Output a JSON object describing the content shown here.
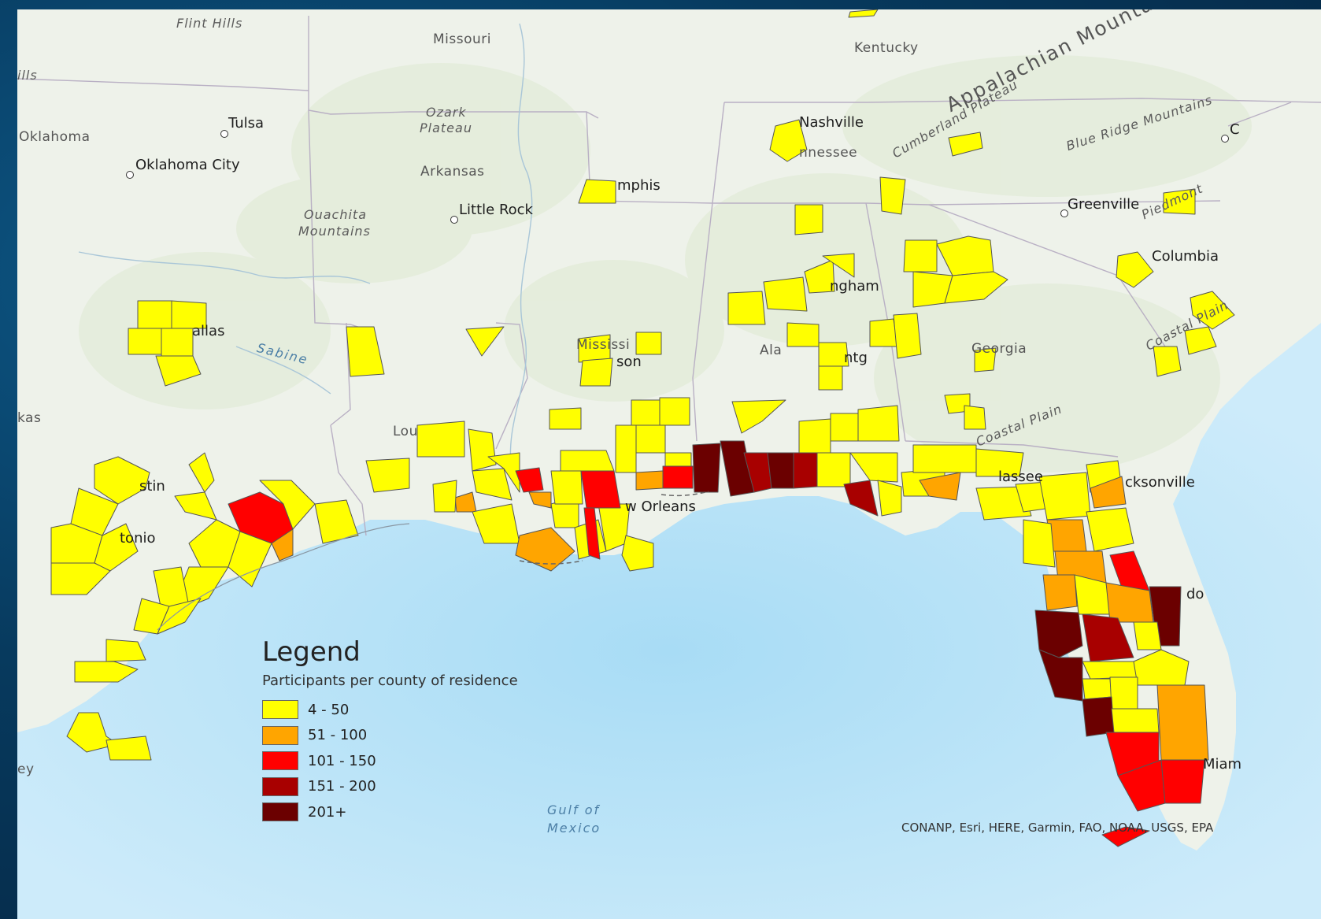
{
  "legend": {
    "title": "Legend",
    "subtitle": "Participants per county of residence",
    "items": [
      {
        "label": "4 - 50",
        "color": "#ffff00"
      },
      {
        "label": "51 - 100",
        "color": "#ffa500"
      },
      {
        "label": "101 - 150",
        "color": "#ff0000"
      },
      {
        "label": "151 - 200",
        "color": "#a80000"
      },
      {
        "label": "201+",
        "color": "#6b0000"
      }
    ]
  },
  "map_labels": {
    "flint_hills": "Flint Hills",
    "hills_left": "ills",
    "missouri": "Missouri",
    "kentucky": "Kentucky",
    "appalachian": "Appalachian Mountains",
    "cumberland": "Cumberland Plateau",
    "blue_ridge": "Blue Ridge Mountains",
    "ozark1": "Ozark",
    "ozark2": "Plateau",
    "oklahoma": "Oklahoma",
    "tulsa": "Tulsa",
    "oklahoma_city": "Oklahoma City",
    "nashville": "Nashville",
    "tennessee": "nnessee",
    "arkansas": "Arkansas",
    "memphis": "mphis",
    "little_rock": "Little Rock",
    "ouachita1": "Ouachita",
    "ouachita2": "Mountains",
    "greenville": "Greenville",
    "piedmont": "Piedmont",
    "columbia": "Columbia",
    "birmingham": "ngham",
    "dallas": "allas",
    "sabine": "Sabine",
    "mississippi": "Mississi",
    "jackson": "son",
    "alabama": "Ala",
    "montgomery": "ntg",
    "georgia": "Georgia",
    "coastal_plain_right": "Coastal Plain",
    "coastal_plain_ga": "Coastal Plain",
    "texas": "kas",
    "louisiana": "Lou",
    "austin": "stin",
    "tallahassee": "lassee",
    "jacksonville": "cksonville",
    "san_antonio": "tonio",
    "new_orleans": "w Orleans",
    "orlando": "do",
    "gulf1": "Gulf of",
    "gulf2": "Mexico",
    "miami": "Miam",
    "ey": "ey",
    "c_right": "C"
  },
  "attribution": "CONANP, Esri, HERE, Garmin, FAO, NOAA, USGS, EPA"
}
